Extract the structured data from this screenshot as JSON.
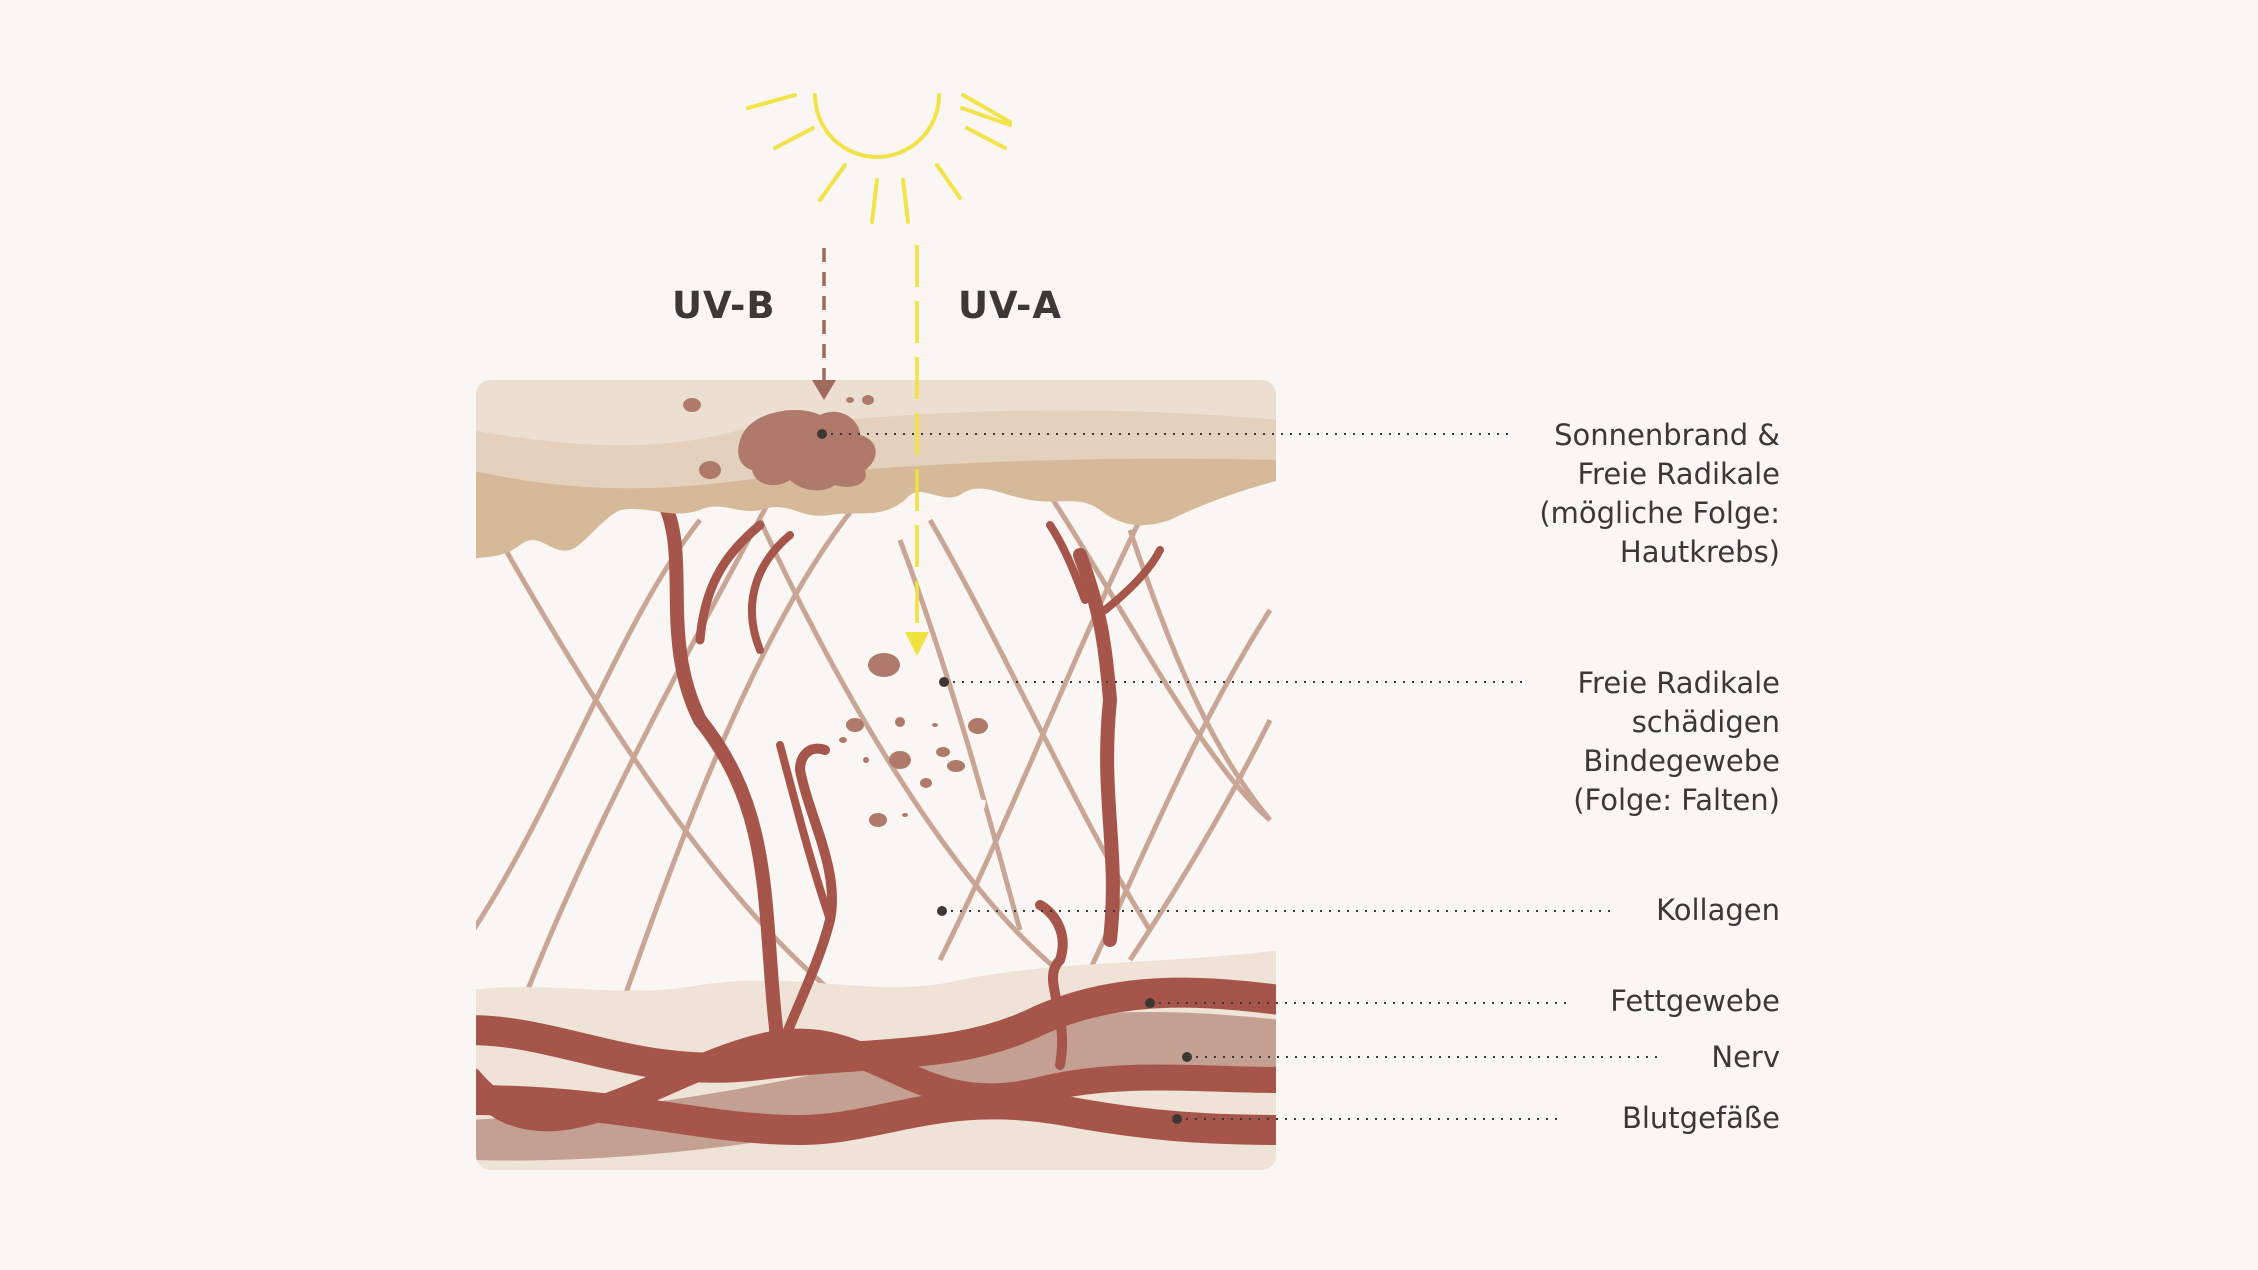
{
  "uv_labels": {
    "uvb": "UV-B",
    "uva": "UV-A"
  },
  "callouts": {
    "sunburn": [
      "Sonnenbrand &",
      "Freie Radikale",
      "(mögliche Folge:",
      "Hautkrebs)"
    ],
    "free_radicals": [
      "Freie Radikale",
      "schädigen",
      "Bindegewebe",
      "(Folge: Falten)"
    ],
    "collagen": [
      "Kollagen"
    ],
    "fat": [
      "Fettgewebe"
    ],
    "nerve": [
      "Nerv"
    ],
    "blood_vessels": [
      "Blutgefäße"
    ]
  },
  "colors": {
    "background": "#f9f6f3",
    "sun": "#f2e34a",
    "uvb_arrow": "#a2695e",
    "uva_arrow": "#f0e23e",
    "epidermis_top": "#ecdfd2",
    "epidermis_mid": "#e3d0bd",
    "epidermis_bottom": "#d6b998",
    "collagen": "#c9a595",
    "blood_vessel": "#a5554a",
    "nerve": "#c3a091",
    "fat": "#efe2d6",
    "damage": "#b07a6a",
    "text": "#3b3836",
    "dot": "#3b3836"
  }
}
